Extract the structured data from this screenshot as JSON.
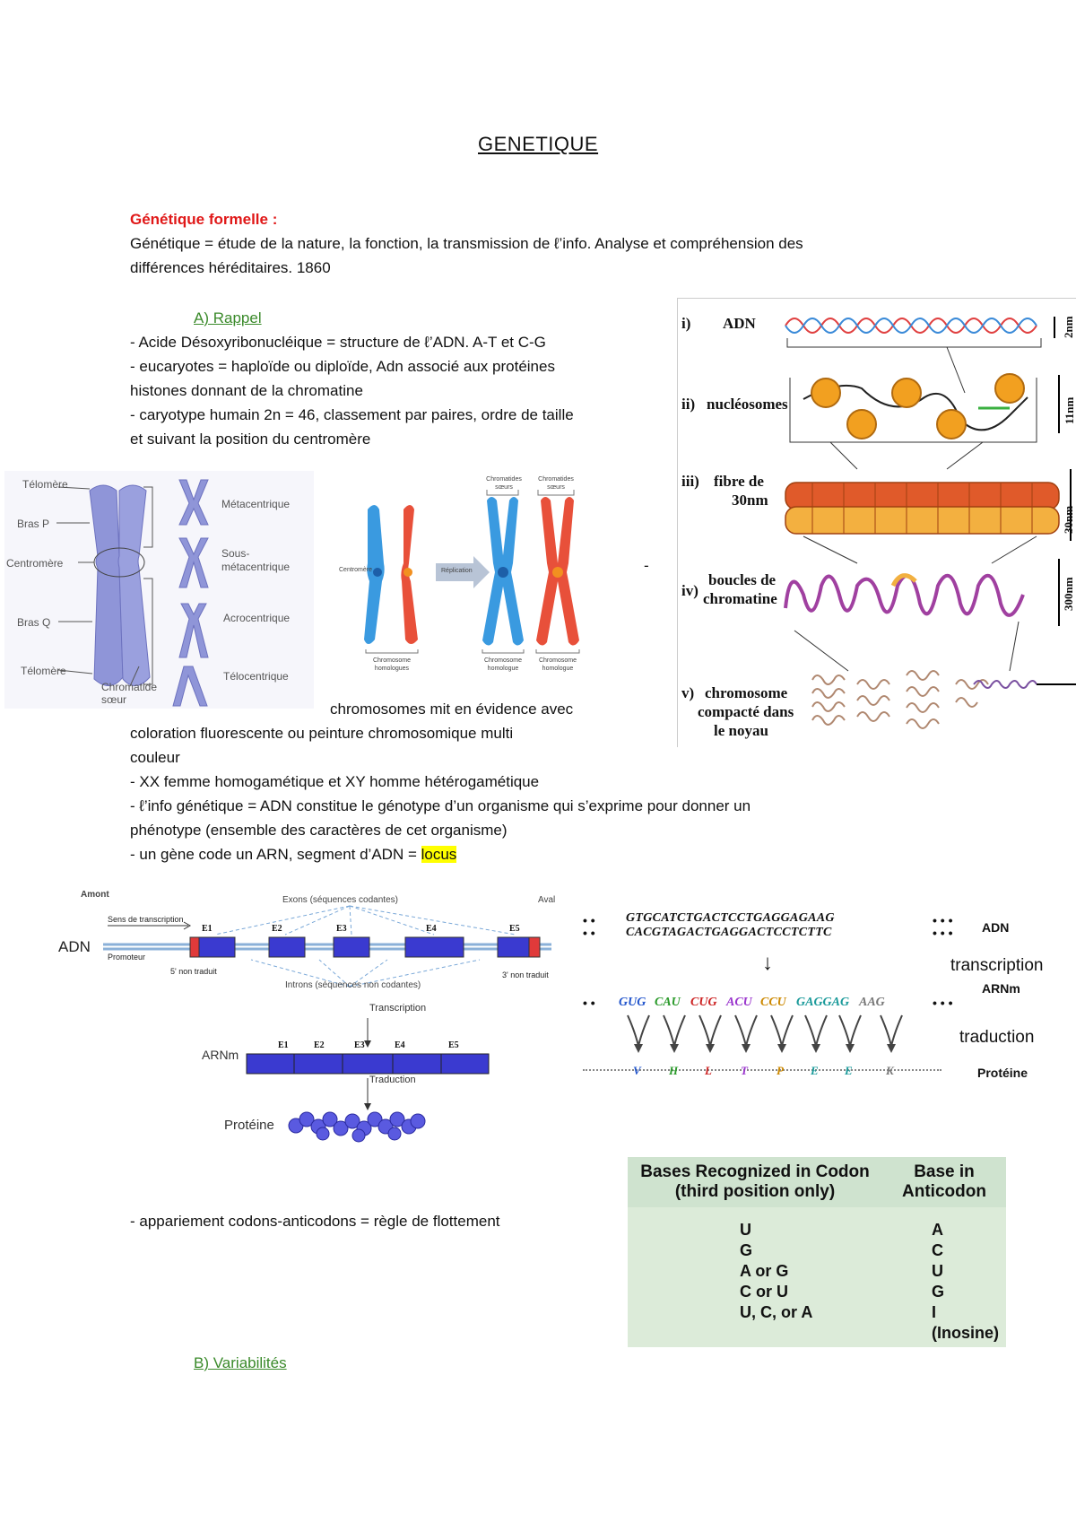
{
  "title": "GENETIQUE",
  "section_formal": {
    "heading": "Génétique formelle :",
    "line1": "Génétique = étude de la nature, la fonction, la transmission de ℓ’info. Analyse et compréhension des",
    "line2": "différences héréditaires. 1860"
  },
  "section_a": {
    "heading": "A) Rappel",
    "l1": "- Acide Désoxyribonucléique = structure de ℓ’ADN. A-T et C-G",
    "l2": "- eucaryotes = haploïde ou diploïde, Adn associé aux protéines",
    "l3": "histones donnant de la chromatine",
    "l4": "- caryotype humain 2n = 46, classement par paires, ordre de taille",
    "l5": "et suivant la position du centromère",
    "l6": "chromosomes mit en évidence avec",
    "l7": "coloration fluorescente ou peinture chromosomique multi",
    "l8": "couleur",
    "l9": "- XX femme homogamétique et XY homme hétérogamétique",
    "l10": "- ℓ’info génétique = ADN constitue le génotype d’un organisme qui s’exprime pour donner un",
    "l11": "phénotype (ensemble des caractères de cet organisme)",
    "l12_pre": "- un gène code un ARN, segment d’ADN = ",
    "l12_hl": "locus",
    "dash": "-"
  },
  "chromosome_fig": {
    "labels": [
      "Télomère",
      "Bras P",
      "Centromère",
      "Bras Q",
      "Télomère",
      "Chromatide sœur"
    ],
    "types": [
      "Métacentrique",
      "Sous-métacentrique",
      "Acrocentrique",
      "Télocentrique"
    ]
  },
  "replication_fig": {
    "centromere": "Centromère",
    "replication": "Réplication",
    "sister1": "Chromatides sœurs",
    "sister2": "Chromatides sœurs",
    "homolog1": "Chromosome homologues",
    "homolog2": "Chromosome homologue",
    "homolog3": "Chromosome homologue"
  },
  "compaction_fig": {
    "i": "i)",
    "i_label": "ADN",
    "i_scale": "2nm",
    "ii": "ii)",
    "ii_label": "nucléosomes",
    "ii_scale": "11nm",
    "iii": "iii)",
    "iii_label1": "fibre de",
    "iii_label2": "30nm",
    "iii_scale": "30nm",
    "iv": "iv)",
    "iv_label1": "boucles de",
    "iv_label2": "chromatine",
    "iv_scale": "300nm",
    "v": "v)",
    "v_label1": "chromosome",
    "v_label2": "compacté dans",
    "v_label3": "le noyau"
  },
  "gene_fig": {
    "amont": "Amont",
    "aval": "Aval",
    "exons": "Exons (séquences codantes)",
    "sens": "Sens de transcription",
    "adn": "ADN",
    "promoteur": "Promoteur",
    "utr5": "5' non traduit",
    "utr3": "3' non traduit",
    "introns": "Introns (séquences non codantes)",
    "transcription": "Transcription",
    "arnm": "ARNm",
    "traduction": "Traduction",
    "proteine": "Protéine",
    "exon_labels": [
      "E1",
      "E2",
      "E3",
      "E4",
      "E5"
    ]
  },
  "code_fig": {
    "seq1": "GTGCATCTGACTCCTGAGGAGAAG",
    "seq2": "CACGTAGACTGAGGACTCCTCTTC",
    "adn": "ADN",
    "transcription": "transcription",
    "arnm": "ARNm",
    "traduction": "traduction",
    "proteine": "Protéine",
    "codons": [
      {
        "c": "GUG",
        "color": "#2255cc"
      },
      {
        "c": "CAU",
        "color": "#2a9a2a"
      },
      {
        "c": "CUG",
        "color": "#cc2222"
      },
      {
        "c": "ACU",
        "color": "#9933cc"
      },
      {
        "c": "CCU",
        "color": "#cc8800"
      },
      {
        "c": "GAGGAG",
        "color": "#1a9a9a"
      },
      {
        "c": "AAG",
        "color": "#777777"
      }
    ],
    "aas": [
      "V",
      "H",
      "L",
      "T",
      "P",
      "E",
      "E",
      "K"
    ],
    "aa_colors": [
      "#2255cc",
      "#2a9a2a",
      "#cc2222",
      "#9933cc",
      "#cc8800",
      "#1a9a9a",
      "#1a9a9a",
      "#777777"
    ]
  },
  "wobble": {
    "text": "- appariement codons-anticodons = règle de flottement",
    "col1_h1": "Bases Recognized in Codon",
    "col1_h2": "(third position only)",
    "col2_h1": "Base in",
    "col2_h2": "Anticodon",
    "rows": [
      [
        "U",
        "A"
      ],
      [
        "G",
        "C"
      ],
      [
        "A or G",
        "U"
      ],
      [
        "C or U",
        "G"
      ],
      [
        "U, C, or A",
        "I (Inosine)"
      ]
    ]
  },
  "section_b": {
    "heading": "B) Variabilités "
  }
}
